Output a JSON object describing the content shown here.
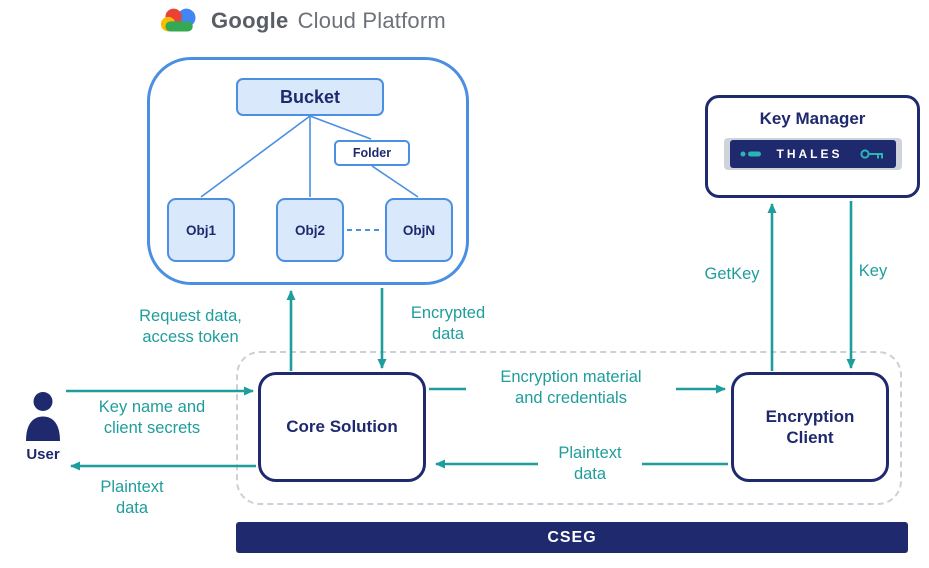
{
  "logo": {
    "google": "Google",
    "cloud_platform": "Cloud Platform"
  },
  "gcp": {
    "bucket": "Bucket",
    "folder": "Folder",
    "objects": [
      "Obj1",
      "Obj2",
      "ObjN"
    ]
  },
  "key_manager": {
    "title": "Key Manager",
    "brand": "THALES"
  },
  "nodes": {
    "core_solution": "Core Solution",
    "encryption_client": "Encryption Client",
    "user": "User",
    "cseg": "CSEG"
  },
  "flows": {
    "request_data": "Request data,\naccess token",
    "encrypted_data": "Encrypted\ndata",
    "get_key": "GetKey",
    "key": "Key",
    "key_name": "Key name and\nclient secrets",
    "plaintext_to_user": "Plaintext\ndata",
    "encryption_material": "Encryption material\nand credentials",
    "plaintext_to_core": "Plaintext\ndata"
  },
  "colors": {
    "navy": "#1f2a6e",
    "teal": "#1f9d9d",
    "gcp_blue": "#4b8fe2",
    "gcp_fill": "#d9e8fb",
    "google_red": "#ea4335",
    "google_blue": "#4285f4",
    "google_yellow": "#fbbc05",
    "google_green": "#34a853"
  }
}
